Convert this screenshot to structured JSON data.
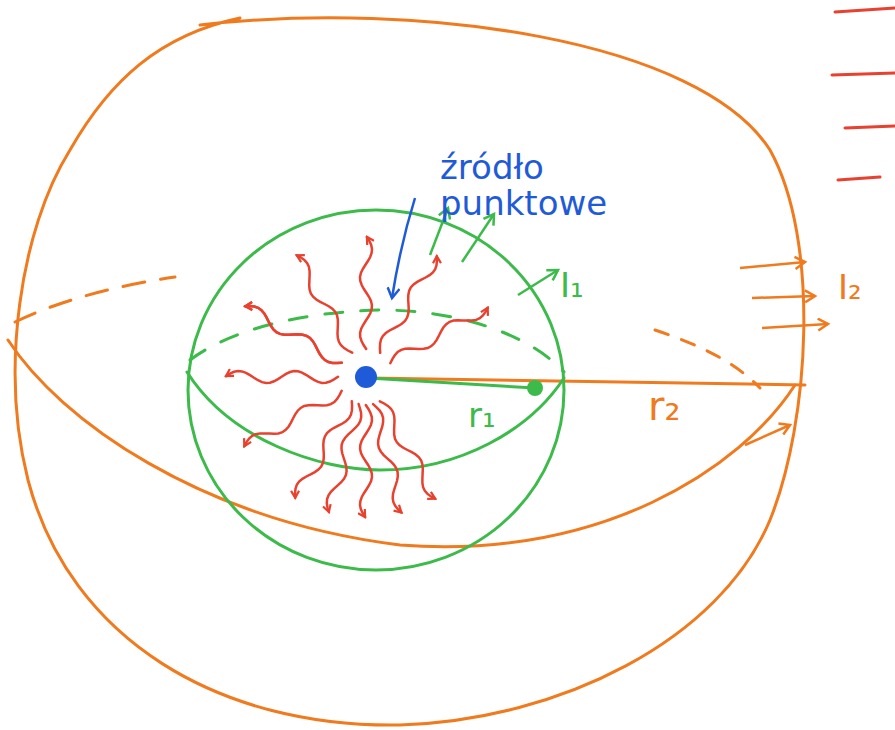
{
  "diagram": {
    "labels": [
      "źródło punktowe",
      "I₁",
      "r₁",
      "r₂",
      "I₂"
    ]
  }
}
